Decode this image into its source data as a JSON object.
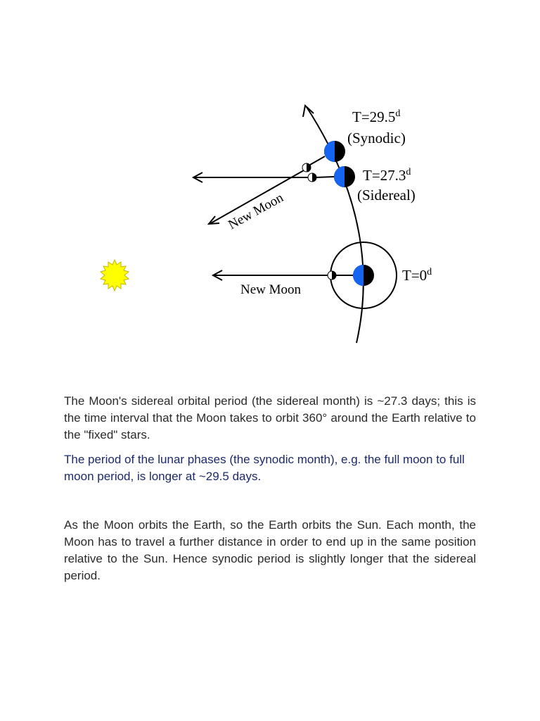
{
  "diagram": {
    "label_synodic_time": "T=29.5",
    "label_synodic_sup": "d",
    "label_synodic_name": "(Synodic)",
    "label_sidereal_time": "T=27.3",
    "label_sidereal_sup": "d",
    "label_sidereal_name": "(Sidereal)",
    "label_start_time": "T=0",
    "label_start_sup": "d",
    "label_new_moon_tilted": "New Moon",
    "label_new_moon": "New Moon",
    "colors": {
      "earth_lit": "#1565f0",
      "earth_dark": "#000000",
      "sun": "#ffff00",
      "sun_outline": "#c8b400"
    }
  },
  "text": {
    "paragraph1": "The Moon's sidereal orbital period (the sidereal month) is ~27.3 days; this is the time interval that the Moon takes to orbit 360° around the Earth relative to the \"fixed\" stars.",
    "paragraph2": "The period of the lunar phases (the synodic month), e.g. the full moon to full moon period, is longer at ~29.5 days.",
    "paragraph3": "As the Moon orbits the Earth, so the Earth orbits the Sun. Each month, the Moon has to travel a further distance in order to end up in the same position relative to the Sun. Hence synodic period is slightly longer that the sidereal period."
  }
}
